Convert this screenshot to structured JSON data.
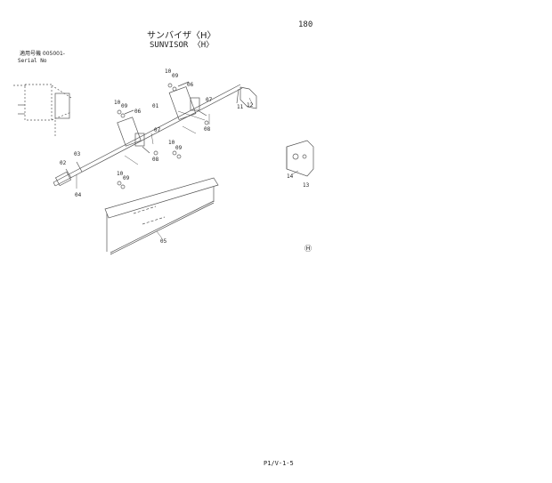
{
  "header": {
    "page_number": "180",
    "title_jp": "サンバイザ〈H〉",
    "title_en": "SUNVISOR 〈H〉",
    "serial_jp": "適用号機  005001-",
    "serial_en": "Serial No"
  },
  "callouts": [
    {
      "id": "c10a",
      "text": "10"
    },
    {
      "id": "c09a",
      "text": "09"
    },
    {
      "id": "c06a",
      "text": "06"
    },
    {
      "id": "c11",
      "text": "11"
    },
    {
      "id": "c12",
      "text": "12"
    },
    {
      "id": "c07a",
      "text": "07"
    },
    {
      "id": "c10b",
      "text": "10"
    },
    {
      "id": "c09b",
      "text": "09"
    },
    {
      "id": "c06b",
      "text": "06"
    },
    {
      "id": "c01",
      "text": "01"
    },
    {
      "id": "c08a",
      "text": "08"
    },
    {
      "id": "c07b",
      "text": "07"
    },
    {
      "id": "c10c",
      "text": "10"
    },
    {
      "id": "c09c",
      "text": "09"
    },
    {
      "id": "c08b",
      "text": "08"
    },
    {
      "id": "c03",
      "text": "03"
    },
    {
      "id": "c02",
      "text": "02"
    },
    {
      "id": "c04",
      "text": "04"
    },
    {
      "id": "c10d",
      "text": "10"
    },
    {
      "id": "c09d",
      "text": "09"
    },
    {
      "id": "c05",
      "text": "05"
    },
    {
      "id": "c14",
      "text": "14"
    },
    {
      "id": "c13",
      "text": "13"
    }
  ],
  "symbol": "Ⓗ",
  "footer": {
    "code": "P1/V-1-5"
  }
}
